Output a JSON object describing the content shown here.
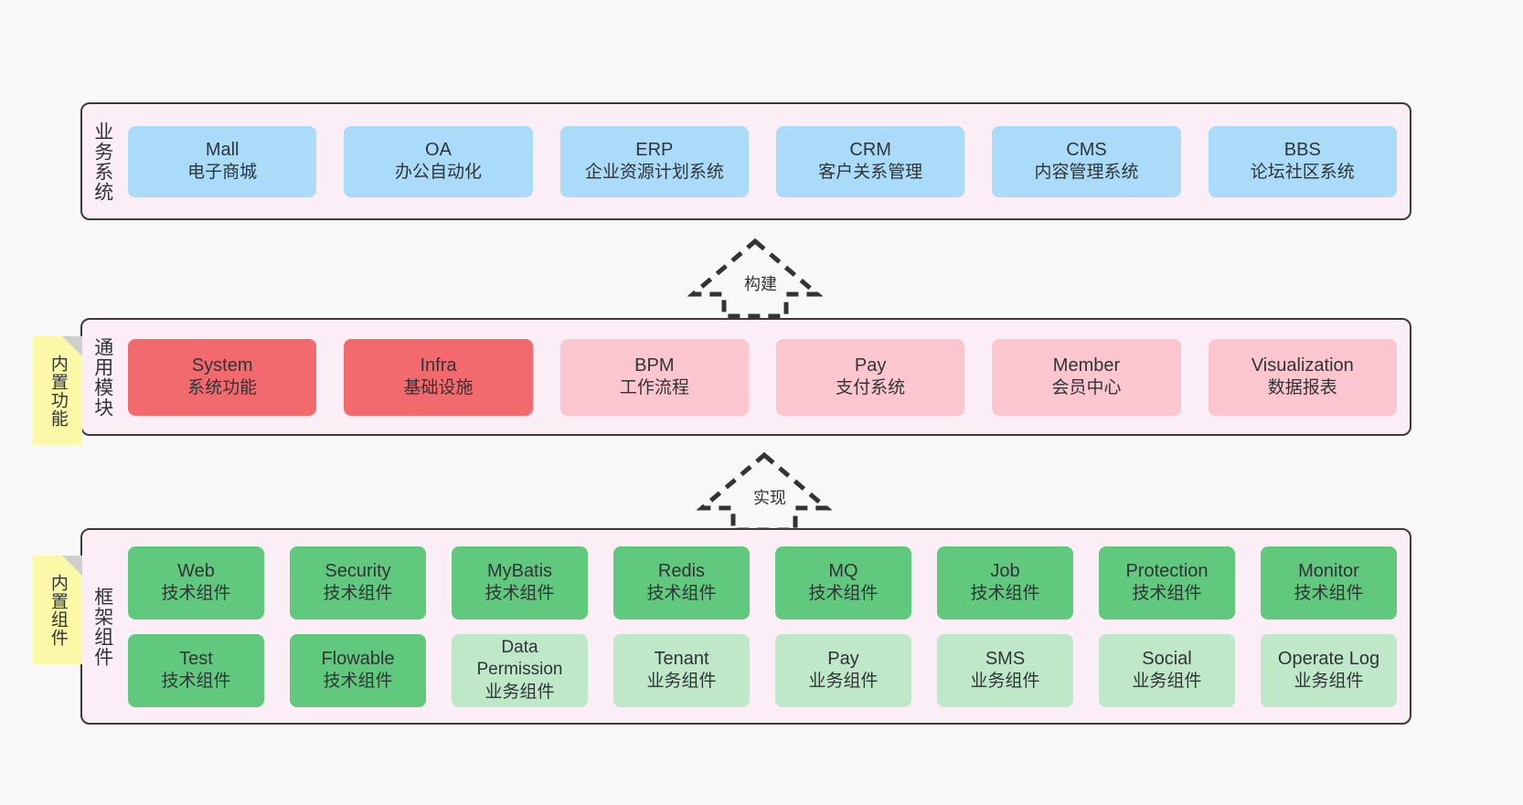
{
  "layers": [
    {
      "key": "business",
      "title": "业务系统",
      "rows": [
        {
          "cards": [
            {
              "en": "Mall",
              "cn": "电子商城",
              "color": "c-blue"
            },
            {
              "en": "OA",
              "cn": "办公自动化",
              "color": "c-blue"
            },
            {
              "en": "ERP",
              "cn": "企业资源计划系统",
              "color": "c-blue"
            },
            {
              "en": "CRM",
              "cn": "客户关系管理",
              "color": "c-blue"
            },
            {
              "en": "CMS",
              "cn": "内容管理系统",
              "color": "c-blue"
            },
            {
              "en": "BBS",
              "cn": "论坛社区系统",
              "color": "c-blue"
            }
          ]
        }
      ]
    },
    {
      "key": "common",
      "title": "通用模块",
      "rows": [
        {
          "cards": [
            {
              "en": "System",
              "cn": "系统功能",
              "color": "c-red"
            },
            {
              "en": "Infra",
              "cn": "基础设施",
              "color": "c-red"
            },
            {
              "en": "BPM",
              "cn": "工作流程",
              "color": "c-pink"
            },
            {
              "en": "Pay",
              "cn": "支付系统",
              "color": "c-pink"
            },
            {
              "en": "Member",
              "cn": "会员中心",
              "color": "c-pink"
            },
            {
              "en": "Visualization",
              "cn": "数据报表",
              "color": "c-pink"
            }
          ]
        }
      ]
    },
    {
      "key": "framework",
      "title": "框架组件",
      "rows": [
        {
          "cards": [
            {
              "en": "Web",
              "cn": "技术组件",
              "color": "c-green"
            },
            {
              "en": "Security",
              "cn": "技术组件",
              "color": "c-green"
            },
            {
              "en": "MyBatis",
              "cn": "技术组件",
              "color": "c-green"
            },
            {
              "en": "Redis",
              "cn": "技术组件",
              "color": "c-green"
            },
            {
              "en": "MQ",
              "cn": "技术组件",
              "color": "c-green"
            },
            {
              "en": "Job",
              "cn": "技术组件",
              "color": "c-green"
            },
            {
              "en": "Protection",
              "cn": "技术组件",
              "color": "c-green"
            },
            {
              "en": "Monitor",
              "cn": "技术组件",
              "color": "c-green"
            }
          ]
        },
        {
          "cards": [
            {
              "en": "Test",
              "cn": "技术组件",
              "color": "c-green"
            },
            {
              "en": "Flowable",
              "cn": "技术组件",
              "color": "c-green"
            },
            {
              "en": "Data Permission",
              "cn": "业务组件",
              "color": "c-green-light"
            },
            {
              "en": "Tenant",
              "cn": "业务组件",
              "color": "c-green-light"
            },
            {
              "en": "Pay",
              "cn": "业务组件",
              "color": "c-green-light"
            },
            {
              "en": "SMS",
              "cn": "业务组件",
              "color": "c-green-light"
            },
            {
              "en": "Social",
              "cn": "业务组件",
              "color": "c-green-light"
            },
            {
              "en": "Operate Log",
              "cn": "业务组件",
              "color": "c-green-light"
            }
          ]
        }
      ]
    }
  ],
  "notes": [
    {
      "key": "builtin-func",
      "text": "内置功能"
    },
    {
      "key": "builtin-comp",
      "text": "内置组件"
    }
  ],
  "arrows": [
    {
      "key": "build",
      "label": "构建"
    },
    {
      "key": "realize",
      "label": "实现"
    }
  ],
  "colors": {
    "band_background": "#fbeef7",
    "band_border": "#3b3b3b",
    "business_card": "#aadcfa",
    "common_card_strong": "#f26a6e",
    "common_card_soft": "#fbc6ce",
    "framework_tech_card": "#61c97e",
    "framework_biz_card": "#bfe8c9",
    "note_background": "#fbf8a8",
    "note_fold": "#cfcfcf",
    "page_background": "#f8f8f8",
    "text": "#2f3437"
  }
}
